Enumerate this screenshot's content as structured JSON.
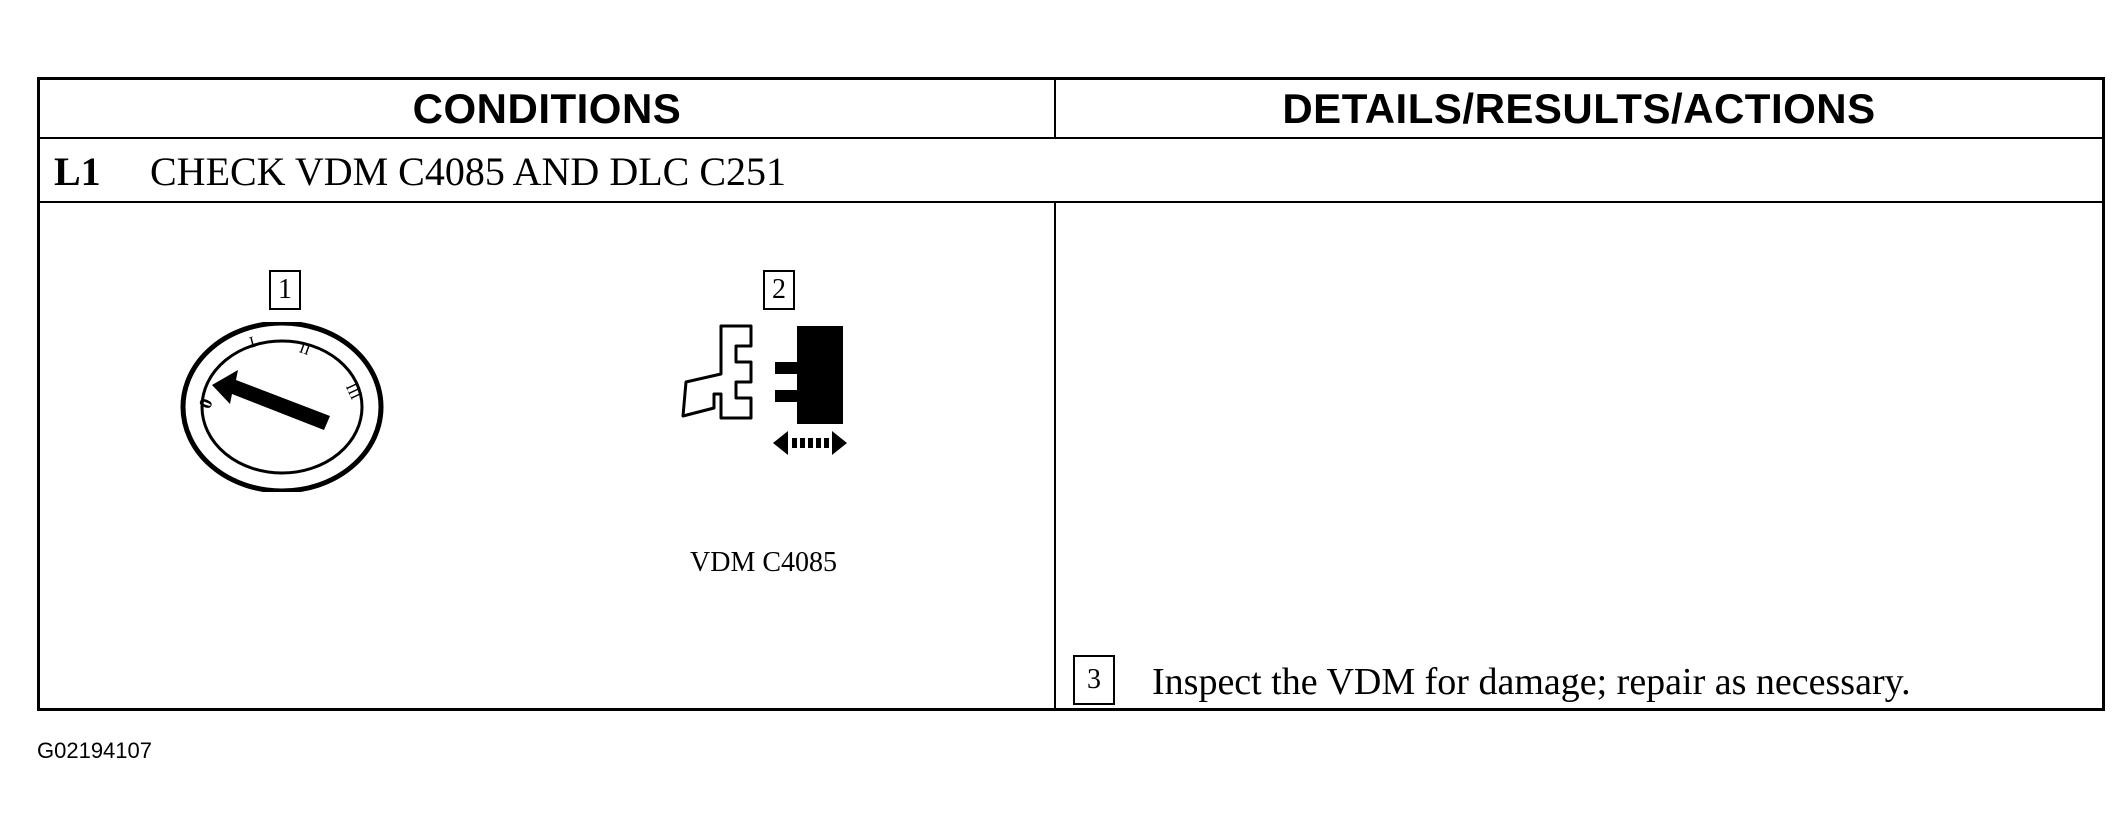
{
  "header": {
    "conditions_label": "CONDITIONS",
    "details_label": "DETAILS/RESULTS/ACTIONS"
  },
  "step": {
    "id": "L1",
    "title": "CHECK VDM C4085 AND DLC C251"
  },
  "conditions": {
    "items": [
      {
        "number": "1",
        "icon": "ignition-switch-off-icon",
        "switch_marks": [
          "0",
          "I",
          "II",
          "III"
        ]
      },
      {
        "number": "2",
        "icon": "disconnect-connector-icon",
        "caption": "VDM C4085"
      }
    ]
  },
  "actions": {
    "items": [
      {
        "number": "3",
        "text": "Inspect the VDM for damage; repair as necessary."
      }
    ]
  },
  "figure_id": "G02194107"
}
